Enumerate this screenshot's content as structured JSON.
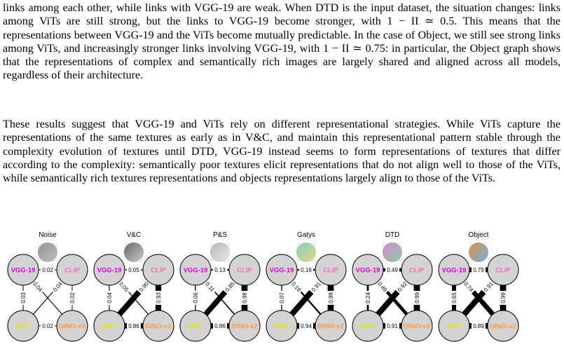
{
  "paragraphs": [
    "links among each other, while links with VGG-19 are weak. When DTD is the input dataset, the situation changes: links among ViTs are still strong, but the links to VGG-19 become stronger, with 1 − II ≃ 0.5. This means that the representations between VGG-19 and the ViTs become mutually predictable. In the case of Object, we still see strong links among ViTs, and increasingly stronger links involving VGG-19, with 1 − II ≃ 0.75: in particular, the Object graph shows that the representations of complex and semantically rich images are largely shared and aligned across all models, regardless of their architecture.",
    "These results suggest that VGG-19 and ViTs rely on different representational strategies. While ViTs capture the representations of the same textures as early as in V&C, and maintain this representational pattern stable through the complexity evolution of textures until DTD, VGG-19 instead seems to form representations of textures that differ according to the complexity: semantically poor textures elicit representations that do not align well to those of the ViTs, while semantically rich textures representations and objects representations largely align to those of the ViTs."
  ],
  "node_labels": {
    "vgg": "VGG-19",
    "clip": "CLIP",
    "igpt": "iGPT",
    "dino": "DINO-v2"
  },
  "node_colors": {
    "fill": "#d3d3d3",
    "vgg": "#e000e0",
    "clip": "#ff69b4",
    "igpt": "#e6e600",
    "dino": "#ff9a3c"
  },
  "graphs": [
    {
      "title": "Noise",
      "image_colors": [
        "#8a8a8a",
        "#c0c0c0"
      ],
      "edges": {
        "vgg_clip": "0.02",
        "vgg_igpt": "0.03",
        "vgg_dino": "0.04",
        "clip_igpt": "0.04",
        "clip_dino": "0.02",
        "igpt_dino": "0.02"
      },
      "weights": {
        "vgg_clip": 0.02,
        "vgg_igpt": 0.03,
        "vgg_dino": 0.04,
        "clip_igpt": 0.04,
        "clip_dino": 0.02,
        "igpt_dino": 0.02
      }
    },
    {
      "title": "V&C",
      "image_colors": [
        "#555555",
        "#d0d0d0"
      ],
      "edges": {
        "vgg_clip": "0.05",
        "vgg_igpt": "0.04",
        "vgg_dino": "0.05",
        "clip_igpt": "0.90",
        "clip_dino": "0.93",
        "igpt_dino": "0.86"
      },
      "weights": {
        "vgg_clip": 0.05,
        "vgg_igpt": 0.04,
        "vgg_dino": 0.05,
        "clip_igpt": 0.9,
        "clip_dino": 0.93,
        "igpt_dino": 0.86
      }
    },
    {
      "title": "P&S",
      "image_colors": [
        "#b8b8b8",
        "#efefef"
      ],
      "edges": {
        "vgg_clip": "0.13",
        "vgg_igpt": "0.06",
        "vgg_dino": "0.11",
        "clip_igpt": "0.85",
        "clip_dino": "0.98",
        "igpt_dino": "0.86"
      },
      "weights": {
        "vgg_clip": 0.13,
        "vgg_igpt": 0.06,
        "vgg_dino": 0.11,
        "clip_igpt": 0.85,
        "clip_dino": 0.98,
        "igpt_dino": 0.86
      }
    },
    {
      "title": "Gatys",
      "image_colors": [
        "#7fd1c7",
        "#e8e07a"
      ],
      "edges": {
        "vgg_clip": "0.16",
        "vgg_igpt": "0.07",
        "vgg_dino": "0.19",
        "clip_igpt": "0.91",
        "clip_dino": "0.99",
        "igpt_dino": "0.94"
      },
      "weights": {
        "vgg_clip": 0.16,
        "vgg_igpt": 0.07,
        "vgg_dino": 0.19,
        "clip_igpt": 0.91,
        "clip_dino": 0.99,
        "igpt_dino": 0.94
      }
    },
    {
      "title": "DTD",
      "image_colors": [
        "#e07ad0",
        "#7fd1a0"
      ],
      "edges": {
        "vgg_clip": "0.49",
        "vgg_igpt": "0.24",
        "vgg_dino": "0.49",
        "clip_igpt": "0.92",
        "clip_dino": "0.99",
        "igpt_dino": "0.91"
      },
      "weights": {
        "vgg_clip": 0.49,
        "vgg_igpt": 0.24,
        "vgg_dino": 0.49,
        "clip_igpt": 0.92,
        "clip_dino": 0.99,
        "igpt_dino": 0.91
      }
    },
    {
      "title": "Object",
      "image_colors": [
        "#e08a3c",
        "#6ab0e0"
      ],
      "edges": {
        "vgg_clip": "0.79",
        "vgg_igpt": "0.65",
        "vgg_dino": "0.74",
        "clip_igpt": "0.91",
        "clip_dino": "0.99",
        "igpt_dino": "0.89"
      },
      "weights": {
        "vgg_clip": 0.79,
        "vgg_igpt": 0.65,
        "vgg_dino": 0.74,
        "clip_igpt": 0.91,
        "clip_dino": 0.99,
        "igpt_dino": 0.89
      }
    }
  ]
}
